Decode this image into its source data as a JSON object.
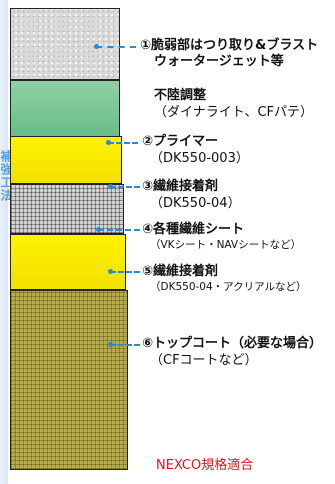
{
  "side_text": "補強工法",
  "layers": [
    {
      "id": "concrete",
      "num": "①",
      "title": "脆弱部はつり取り&ブラスト",
      "title2": "ウォータージェット等"
    },
    {
      "id": "putty",
      "num": "",
      "title": "不陸調整",
      "sub": "（ダイナライト、CFパテ）"
    },
    {
      "id": "primer",
      "num": "②",
      "title": "プライマー",
      "sub": "（DK550-003）"
    },
    {
      "id": "adhesive1",
      "num": "③",
      "title": "繊維接着剤",
      "sub": "（DK550-04）"
    },
    {
      "id": "fiber",
      "num": "④",
      "title": "各種繊維シート",
      "note": "（VKシート・NAVシートなど）"
    },
    {
      "id": "adhesive2",
      "num": "⑤",
      "title": "繊維接着剤",
      "note": "（DK550-04・アクリアルなど）"
    },
    {
      "id": "topcoat",
      "num": "⑥",
      "title": "トップコート（必要な場合）",
      "sub": "（CFコートなど）"
    }
  ],
  "footer": "NEXCO規格適合",
  "colors": {
    "leader": "#2a8ad6",
    "footer": "#e1141e"
  }
}
